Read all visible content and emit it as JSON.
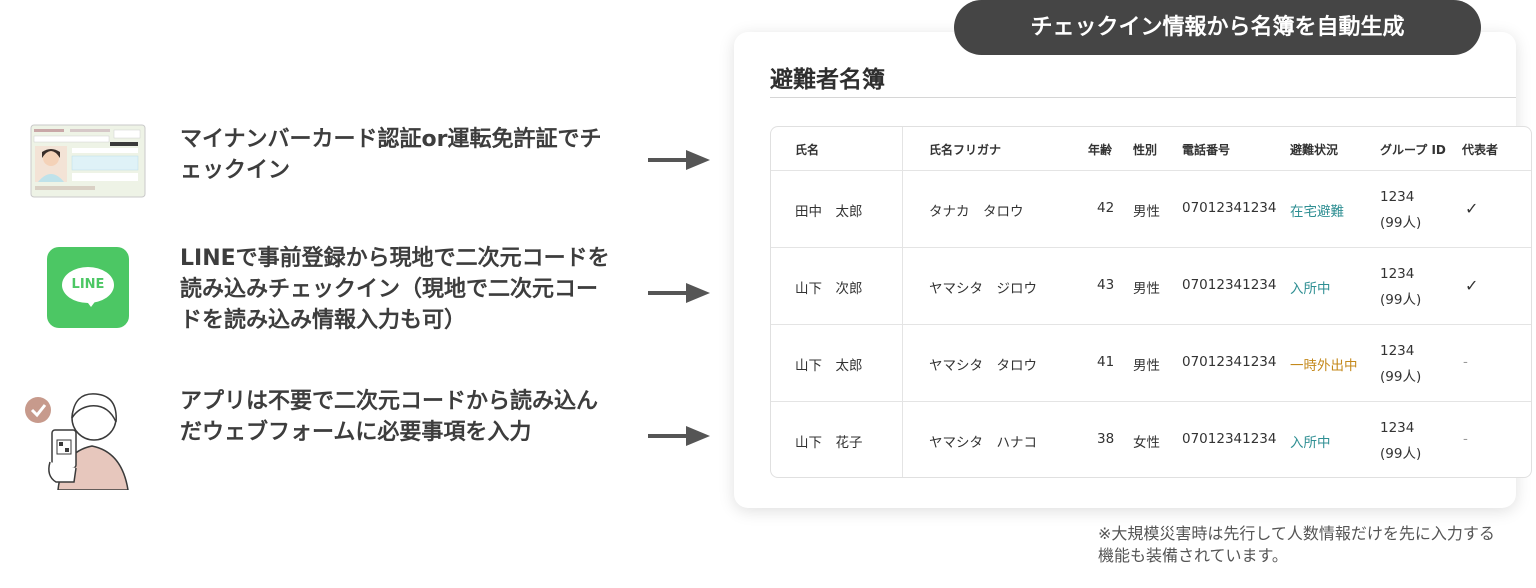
{
  "methods": [
    {
      "label": "マイナンバーカード認証or運転免許証でチェックイン",
      "icon": "id-card-icon"
    },
    {
      "label": "LINEで事前登録から現地で二次元コードを読み込みチェックイン（現地で二次元コードを読み込み情報入力も可）",
      "icon": "line-app-icon",
      "icon_text": "LINE"
    },
    {
      "label": "アプリは不要で二次元コードから読み込んだウェブフォームに必要事項を入力",
      "icon": "person-with-phone-icon"
    }
  ],
  "banner": "チェックイン情報から名簿を自動生成",
  "panel_title": "避難者名簿",
  "table": {
    "headers": [
      "氏名",
      "氏名フリガナ",
      "年齢",
      "性別",
      "電話番号",
      "避難状況",
      "グループ ID",
      "代表者"
    ],
    "rows": [
      {
        "name": "田中　太郎",
        "kana": "タナカ　タロウ",
        "age": "42",
        "sex": "男性",
        "phone": "07012341234",
        "status": "在宅避難",
        "group": "1234",
        "group_count": "(99人)",
        "rep": "✓"
      },
      {
        "name": "山下　次郎",
        "kana": "ヤマシタ　ジロウ",
        "age": "43",
        "sex": "男性",
        "phone": "07012341234",
        "status": "入所中",
        "group": "1234",
        "group_count": "(99人)",
        "rep": "✓"
      },
      {
        "name": "山下　太郎",
        "kana": "ヤマシタ　タロウ",
        "age": "41",
        "sex": "男性",
        "phone": "07012341234",
        "status": "一時外出中",
        "group": "1234",
        "group_count": "(99人)",
        "rep": "-"
      },
      {
        "name": "山下　花子",
        "kana": "ヤマシタ　ハナコ",
        "age": "38",
        "sex": "女性",
        "phone": "07012341234",
        "status": "入所中",
        "group": "1234",
        "group_count": "(99人)",
        "rep": "-"
      }
    ]
  },
  "note": "※大規模災害時は先行して人数情報だけを先に入力する機能も装備されています。",
  "colors": {
    "line_green": "#4cc764",
    "status_green": "#2f8f93",
    "status_orange": "#c4891b",
    "banner_bg": "#454545"
  }
}
